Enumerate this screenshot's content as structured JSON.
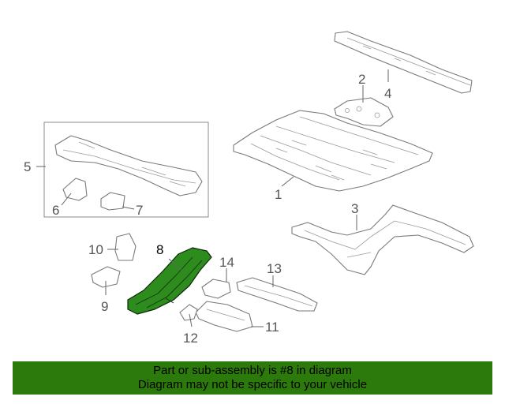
{
  "callouts": {
    "c1": "1",
    "c2": "2",
    "c3": "3",
    "c4": "4",
    "c5": "5",
    "c6": "6",
    "c7": "7",
    "c8": "8",
    "c9": "9",
    "c10": "10",
    "c11": "11",
    "c12": "12",
    "c13": "13",
    "c14": "14"
  },
  "highlight_part": "8",
  "colors": {
    "highlight": "#2e8b1e",
    "banner": "#2b7a0b"
  },
  "banner": {
    "line1": "Part or sub-assembly is #8 in diagram",
    "line2": "Diagram may not be specific to your vehicle"
  }
}
